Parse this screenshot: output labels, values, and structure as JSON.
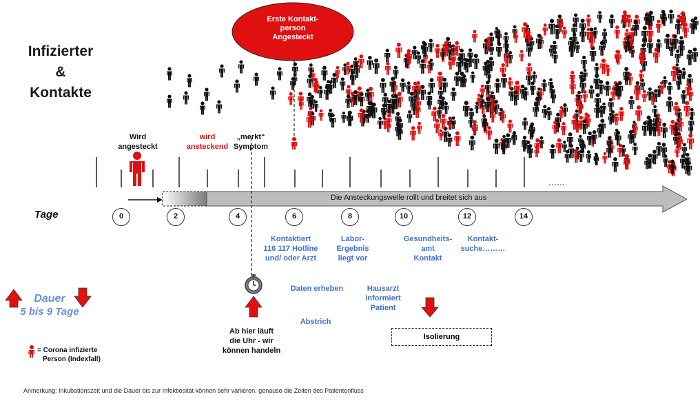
{
  "title": {
    "line1": "Infizierter",
    "line2": "&",
    "line3": "Kontakte"
  },
  "bubble": {
    "line1": "Erste Kontakt-",
    "line2": "person",
    "line3": "Angesteckt"
  },
  "top_labels": {
    "wird_angesteckt_1": "Wird",
    "wird_angesteckt_2": "angesteckt",
    "wird_ansteckend_1": "wird",
    "wird_ansteckend_2": "ansteckend",
    "merkt_1": "„merkt“",
    "merkt_2": "Symptom"
  },
  "arrow_text": "Die Ansteckungswelle  rollt und breitet sich aus",
  "axis_label": "Tage",
  "days": [
    "0",
    "2",
    "4",
    "6",
    "8",
    "10",
    "12",
    "14"
  ],
  "steps": {
    "kontaktiert": [
      "Kontaktiert",
      "116  117 Hotline",
      "und/  oder Arzt"
    ],
    "labor": [
      "Labor-",
      "Ergebnis",
      "liegt vor"
    ],
    "gesundheitsamt": [
      "Gesundheits-",
      "amt",
      "Kontakt"
    ],
    "kontaktsuche": [
      "Kontakt-",
      "suche………"
    ],
    "daten": "Daten  erheben",
    "hausarzt": [
      "Hausarzt",
      "informiert",
      "Patient"
    ],
    "abstrich": "Abstrich"
  },
  "dauer": {
    "line1": "Dauer",
    "line2": "5 bis 9 Tage"
  },
  "clock_text": [
    "Ab hier  läuft",
    "die Uhr - wir",
    "können  handeln"
  ],
  "isolierung": "Isolierung",
  "legend": {
    "line1": "= Corona  infizierte",
    "line2": "Person  (Indexfall)"
  },
  "footnote": "Anmerkung: Inkubationszeit und die Dauer bis zur Infektiosität können sehr variieren, genauso die  Zeiten des Patientenfluss",
  "colors": {
    "red": "#e01010",
    "black": "#111111",
    "blue": "#3d6fd6",
    "arrow_gray": "#bdbdbd",
    "dauer_blue": "#6a8fe0"
  }
}
